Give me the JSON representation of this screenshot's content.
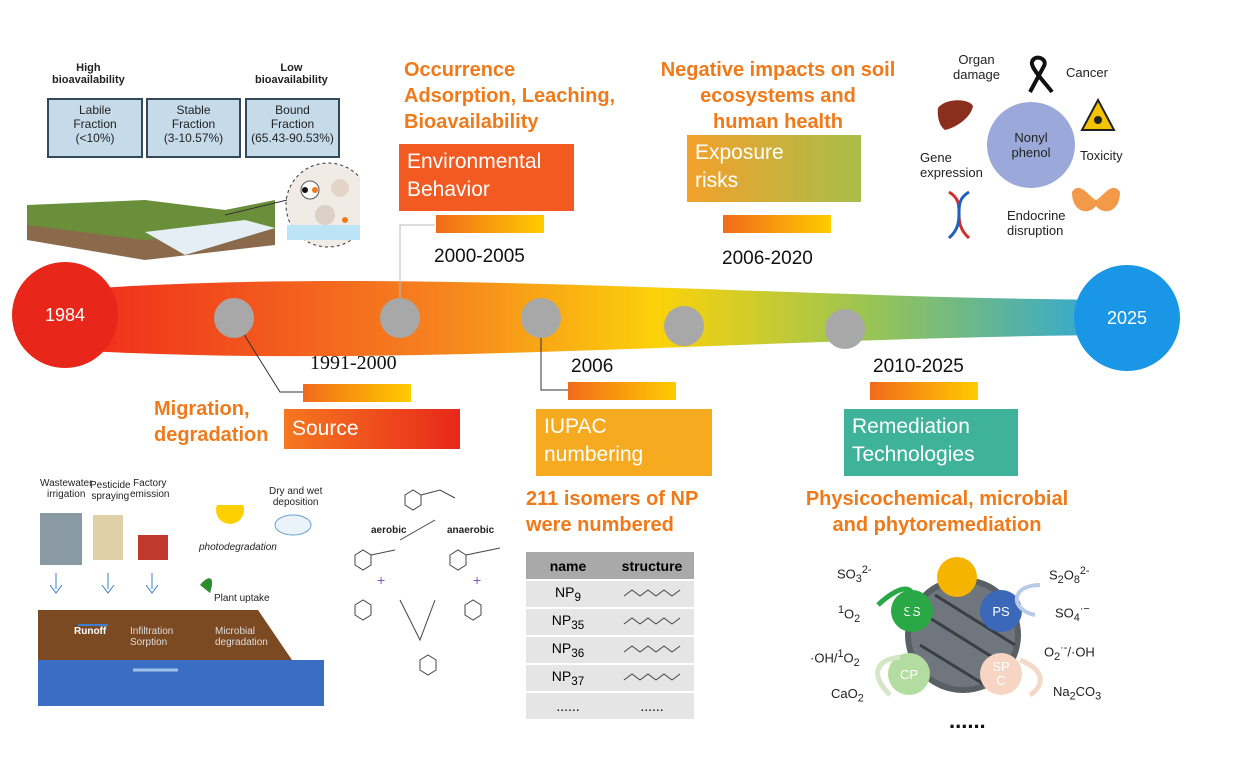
{
  "timeline": {
    "start_year": "1984",
    "end_year": "2025"
  },
  "bioavailability": {
    "high_label": "High\nbioavailability",
    "low_label": "Low\nbioavailability",
    "fractions": [
      {
        "name": "Labile\nFraction",
        "range": "(<10%)"
      },
      {
        "name": "Stable\nFraction",
        "range": "(3-10.57%)"
      },
      {
        "name": "Bound\nFraction",
        "range": "(65.43-90.53%)"
      }
    ]
  },
  "environmental": {
    "title": "Occurrence\nAdsorption, Leaching,\nBioavailability",
    "box": "Environmental\nBehavior",
    "period": "2000-2005"
  },
  "exposure": {
    "title": "Negative impacts on soil\necosystems and\nhuman health",
    "box": "Exposure\nrisks",
    "period": "2006-2020"
  },
  "health": {
    "center": "Nonyl\nphenol",
    "organ": "Organ\ndamage",
    "cancer": "Cancer",
    "gene": "Gene\nexpression",
    "toxicity": "Toxicity",
    "endocrine": "Endocrine\ndisruption"
  },
  "source": {
    "period": "1991-2000",
    "title": "Migration,\ndegradation",
    "box": "Source",
    "labels": {
      "wastewater": "Wastewater\nirrigation",
      "pesticide": "Pesticide\nspraying",
      "factory": "Factory\nemission",
      "dry_wet": "Dry and wet\ndeposition",
      "photodeg": "photodegradation",
      "plant": "Plant uptake",
      "runoff": "Runoff",
      "infiltration": "Infiltration\nSorption",
      "microbial": "Microbial\ndegradation"
    }
  },
  "pathway": {
    "aerobic": "aerobic",
    "anaerobic": "anaerobic"
  },
  "iupac": {
    "period": "2006",
    "box": "IUPAC\nnumbering",
    "title": "211 isomers of NP\nwere numbered",
    "table_headers": [
      "name",
      "structure"
    ],
    "rows": [
      "NP",
      "NP",
      "NP",
      "NP",
      "......"
    ],
    "row_subs": [
      "9",
      "35",
      "36",
      "37",
      ""
    ],
    "structure_more": "......"
  },
  "remediation": {
    "period": "2010-2025",
    "box": "Remediation\nTechnologies",
    "title": "Physicochemical, microbial\nand  phytoremediation",
    "nodes": {
      "ss": "SS",
      "ps": "PS",
      "cp": "CP",
      "spc": "SP\nC"
    },
    "species": {
      "so3": "SO",
      "so3_sub": "3",
      "so3_sup": "2-",
      "o2": "O",
      "o2_pre": "1",
      "o2_sub": "2",
      "s2o8": "S",
      "s2o8_a": "2",
      "s2o8_b": "O",
      "s2o8_c": "8",
      "s2o8_d": "2-",
      "so4": "SO",
      "so4_sub": "4",
      "so4_sup": "·−",
      "oh_o2": "·OH/",
      "oh_o2_pre": "1",
      "oh_o2_o": "O",
      "oh_o2_sub": "2",
      "o2oh": "O",
      "o2oh_sub": "2",
      "o2oh_sup": "·-",
      "o2oh_rest": "/·OH",
      "cao2": "CaO",
      "cao2_sub": "2",
      "na2co3": "Na",
      "na2co3_sub": "2",
      "na2co3_rest": "CO",
      "na2co3_sub2": "3"
    },
    "more": "......"
  },
  "colors": {
    "start": "#e8271a",
    "end": "#1996e6",
    "accent_orange": "#f07a1a",
    "env_box": "#f25a22",
    "exposure_from": "#f2a12b",
    "exposure_to": "#a9bd4a",
    "remediation_box": "#3fb29a",
    "iupac_box": "#f5aa20"
  }
}
